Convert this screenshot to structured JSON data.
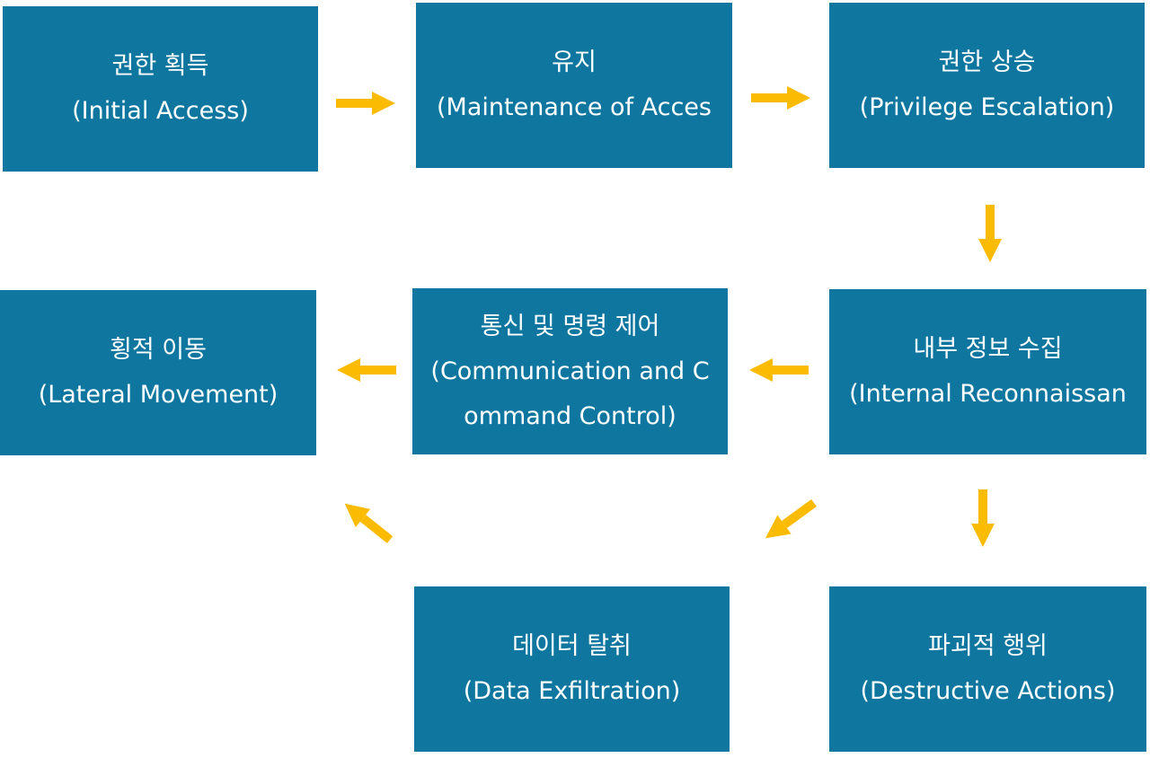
{
  "diagram": {
    "colors": {
      "box_fill": "#0f769f",
      "box_text": "#ffffff",
      "arrow": "#fbbb00",
      "background": "#ffffff"
    },
    "stages": {
      "initial_access": {
        "title": "권한 획득",
        "subtitle": "(Initial Access)"
      },
      "maintenance": {
        "title": "유지",
        "subtitle": "(Maintenance of Acces"
      },
      "privilege_escalation": {
        "title": "권한 상승",
        "subtitle": "(Privilege Escalation)"
      },
      "internal_recon": {
        "title": "내부 정보 수집",
        "subtitle": "(Internal Reconnaissan"
      },
      "c2": {
        "title": "통신 및 명령 제어",
        "subtitle_line1": "(Communication and C",
        "subtitle_line2": "ommand Control)"
      },
      "lateral_movement": {
        "title": "횡적 이동",
        "subtitle": "(Lateral Movement)"
      },
      "data_exfiltration": {
        "title": "데이터 탈취",
        "subtitle": "(Data Exfiltration)"
      },
      "destructive_actions": {
        "title": "파괴적 행위",
        "subtitle": "(Destructive Actions)"
      }
    }
  }
}
